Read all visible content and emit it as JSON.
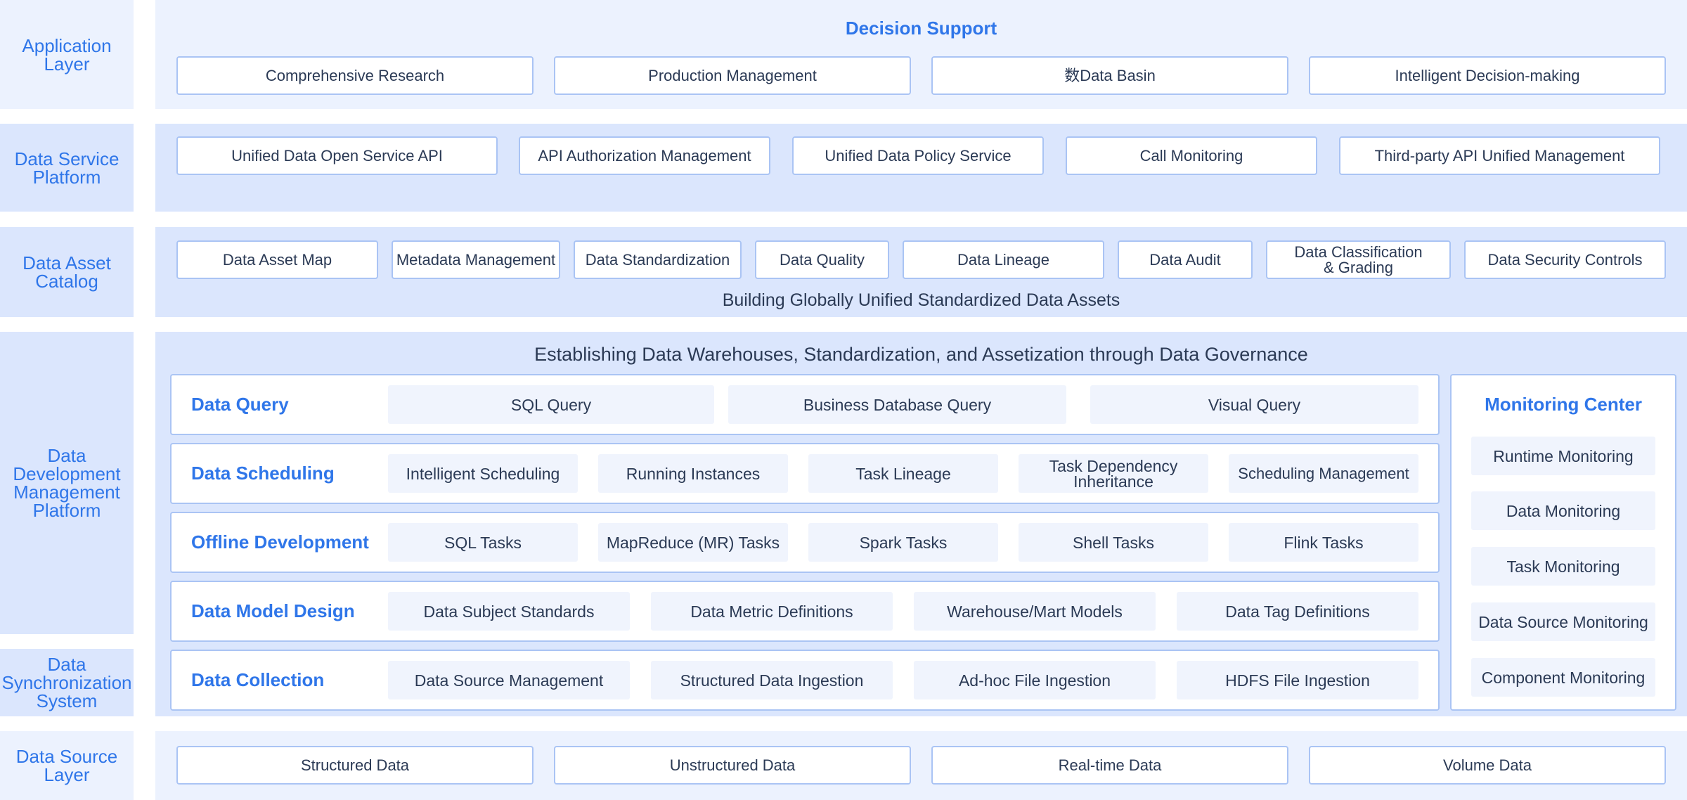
{
  "side_labels": {
    "application": "Application Layer",
    "service": "Data Service Platform",
    "asset": "Data Asset Catalog",
    "development": "Data Development Management Platform",
    "sync": "Data Synchronization System",
    "source": "Data Source Layer"
  },
  "application": {
    "title": "Decision Support",
    "items": [
      "Comprehensive Research",
      "Production Management",
      "数Data Basin",
      "Intelligent Decision-making"
    ]
  },
  "service": {
    "items": [
      "Unified Data Open Service API",
      "API Authorization Management",
      "Unified Data Policy Service",
      "Call Monitoring",
      "Third-party API Unified Management"
    ]
  },
  "asset": {
    "items": [
      "Data Asset Map",
      "Metadata Management",
      "Data Standardization",
      "Data Quality",
      "Data Lineage",
      "Data Audit",
      "Data Classification & Grading",
      "Data Security Controls"
    ],
    "footer": "Building Globally Unified Standardized Data Assets"
  },
  "development": {
    "title": "Establishing Data Warehouses, Standardization, and Assetization through Data Governance",
    "rows": [
      {
        "title": "Data Query",
        "items": [
          "SQL Query",
          "Business Database Query",
          "Visual Query"
        ]
      },
      {
        "title": "Data Scheduling",
        "items": [
          "Intelligent Scheduling",
          "Running Instances",
          "Task Lineage",
          "Task Dependency Inheritance",
          "Scheduling Management"
        ]
      },
      {
        "title": "Offline Development",
        "items": [
          "SQL Tasks",
          "MapReduce (MR) Tasks",
          "Spark Tasks",
          "Shell Tasks",
          "Flink Tasks"
        ]
      },
      {
        "title": "Data Model Design",
        "items": [
          "Data Subject Standards",
          "Data Metric Definitions",
          "Warehouse/Mart Models",
          "Data Tag Definitions"
        ]
      },
      {
        "title": "Data Collection",
        "items": [
          "Data Source Management",
          "Structured Data Ingestion",
          "Ad-hoc File Ingestion",
          "HDFS File Ingestion"
        ]
      }
    ],
    "monitoring": {
      "title": "Monitoring Center",
      "items": [
        "Runtime Monitoring",
        "Data Monitoring",
        "Task Monitoring",
        "Data Source Monitoring",
        "Component Monitoring"
      ]
    }
  },
  "source": {
    "items": [
      "Structured Data",
      "Unstructured Data",
      "Real-time Data",
      "Volume Data"
    ]
  },
  "colors": {
    "accent": "#2f76e9",
    "band": "#dbe6fd",
    "band_light": "#ecf2fe",
    "border": "#aac4f4",
    "chip": "#f0f4fd",
    "text": "#2b3a55"
  }
}
